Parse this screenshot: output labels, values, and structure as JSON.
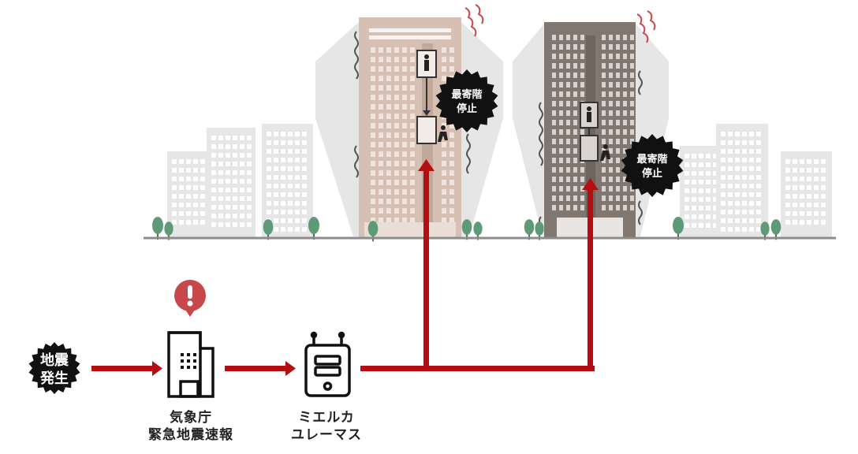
{
  "colors": {
    "arrow": "#b50d12",
    "ground": "#8c8c8c",
    "bg_building": "#e6e6e6",
    "bg_window": "#ffffff",
    "building_tan": "#d6bfb2",
    "building_dark": "#7f7770",
    "sway_shadow": "#e3e3e3",
    "tree": "#5e9a78",
    "alert": "#c8474a",
    "badge": "#111111"
  },
  "icons": [
    "earthquake-burst-icon",
    "alert-pin-icon",
    "agency-building-icon",
    "elevator-device-icon",
    "elevator-car-icon",
    "person-icon",
    "shake-lines-icon"
  ],
  "flow": {
    "start_badge": {
      "line1": "地震",
      "line2": "発生"
    },
    "agency": {
      "line1": "気象庁",
      "line2": "緊急地震速報"
    },
    "device": {
      "line1": "ミエルカ",
      "line2": "ユレーマス"
    }
  },
  "buildings": [
    {
      "name": "building-left",
      "badge": {
        "line1": "最寄階",
        "line2": "停止"
      }
    },
    {
      "name": "building-right",
      "badge": {
        "line1": "最寄階",
        "line2": "停止"
      }
    }
  ]
}
